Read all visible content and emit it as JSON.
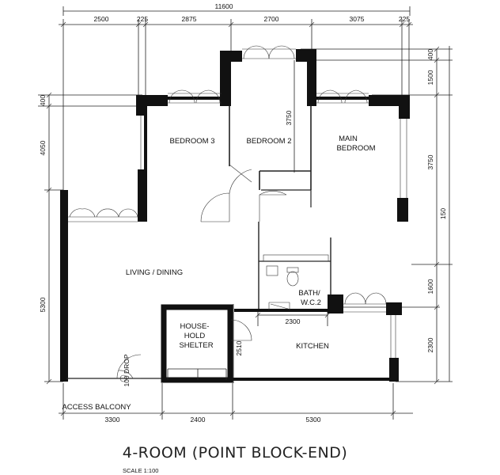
{
  "plan": {
    "title": "4-ROOM (POINT BLOCK-END)",
    "scale": "SCALE 1:100",
    "rooms": {
      "bedroom3": "BEDROOM 3",
      "bedroom2": "BEDROOM 2",
      "main_bedroom_line1": "MAIN",
      "main_bedroom_line2": "BEDROOM",
      "living_dining": "LIVING / DINING",
      "bath_line1": "BATH/",
      "bath_line2": "W.C.2",
      "shelter_line1": "HOUSE-",
      "shelter_line2": "HOLD",
      "shelter_line3": "SHELTER",
      "kitchen": "KITCHEN",
      "access_balcony": "ACCESS BALCONY",
      "drop": "100 DROP"
    },
    "dimensions": {
      "overall_top": "11600",
      "top": [
        "2500",
        "225",
        "2875",
        "2700",
        "3075",
        "225"
      ],
      "bottom": [
        "3300",
        "2400",
        "5300"
      ],
      "left": [
        "400",
        "4050",
        "5300"
      ],
      "right": [
        "400",
        "1500",
        "3750",
        "150",
        "1600",
        "2300"
      ],
      "inner_bed2": "3750",
      "inner_bath": "2300",
      "inner_shelter": "2510"
    }
  }
}
